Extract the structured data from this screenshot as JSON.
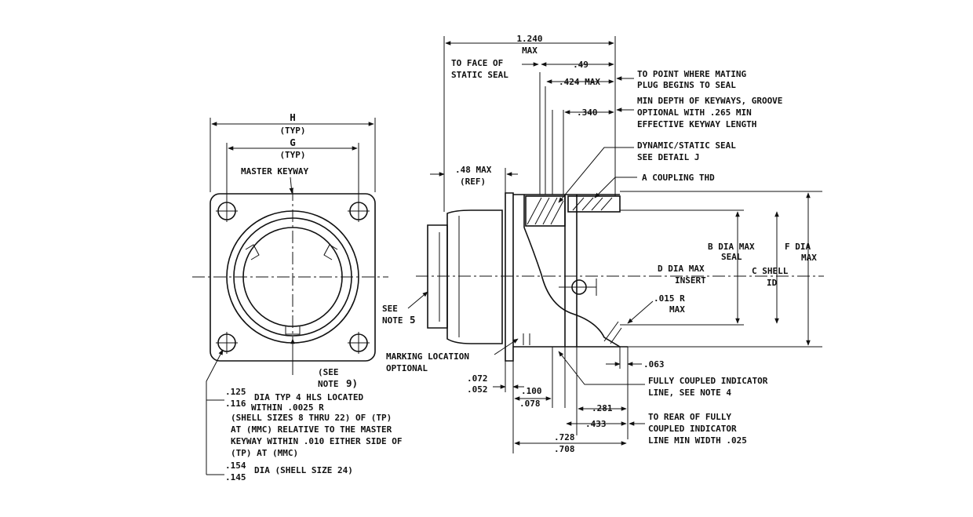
{
  "front_view": {
    "h_label": "H",
    "h_typ": "(TYP)",
    "g_label": "G",
    "g_typ": "(TYP)",
    "master_keyway": "MASTER KEYWAY",
    "see_note5_line1": "SEE",
    "see_note5_line2": "NOTE",
    "see_note5_num": "5",
    "see_note9_line1": "(SEE",
    "see_note9_line2": "NOTE",
    "see_note9_num": "9)",
    "hole_tol_top": ".125",
    "hole_tol_bot": ".116",
    "hole_line1": "DIA TYP 4 HLS LOCATED",
    "hole_line2": "WITHIN .0025 R",
    "hole_line3": "(SHELL SIZES 8 THRU 22) OF (TP)",
    "hole_line4": "AT (MMC) RELATIVE TO THE MASTER",
    "hole_line5": "KEYWAY WITHIN .010 EITHER SIDE OF",
    "hole_line6": "(TP) AT (MMC)",
    "hole24_top": ".154",
    "hole24_bot": ".145",
    "hole24_text": "DIA (SHELL SIZE 24)"
  },
  "side_view": {
    "overall": "1.240",
    "overall_max": "MAX",
    "face_seal_1": "TO FACE OF",
    "face_seal_2": "STATIC SEAL",
    "dim_49": ".49",
    "dim_424": ".424 MAX",
    "dim_340": ".340",
    "mating_1": "TO POINT WHERE MATING",
    "mating_2": "PLUG BEGINS TO SEAL",
    "keyway_1": "MIN DEPTH OF KEYWAYS, GROOVE",
    "keyway_2": "OPTIONAL WITH .265 MIN",
    "keyway_3": "EFFECTIVE KEYWAY LENGTH",
    "dyn_1": "DYNAMIC/STATIC SEAL",
    "dyn_2": "SEE DETAIL J",
    "coupling": "A COUPLING THD",
    "dim_48": ".48 MAX",
    "dim_48_ref": "(REF)",
    "b_1": "B DIA MAX",
    "b_2": "SEAL",
    "f_1": "F DIA",
    "f_2": "MAX",
    "c_1": "C SHELL",
    "c_2": "ID",
    "d_1": "D DIA MAX",
    "d_2": "INSERT",
    "r_1": ".015 R",
    "r_2": "MAX",
    "dim_063": ".063",
    "marking_1": "MARKING LOCATION",
    "marking_2": "OPTIONAL",
    "dim_072": ".072",
    "dim_052": ".052",
    "dim_100": ".100",
    "dim_078": ".078",
    "fci_1": "FULLY COUPLED INDICATOR",
    "fci_2": "LINE, SEE NOTE 4",
    "dim_281": ".281",
    "dim_433": ".433",
    "rear_1": "TO REAR OF FULLY",
    "rear_2": "COUPLED INDICATOR",
    "rear_3": "LINE MIN WIDTH .025",
    "dim_728": ".728",
    "dim_708": ".708"
  }
}
